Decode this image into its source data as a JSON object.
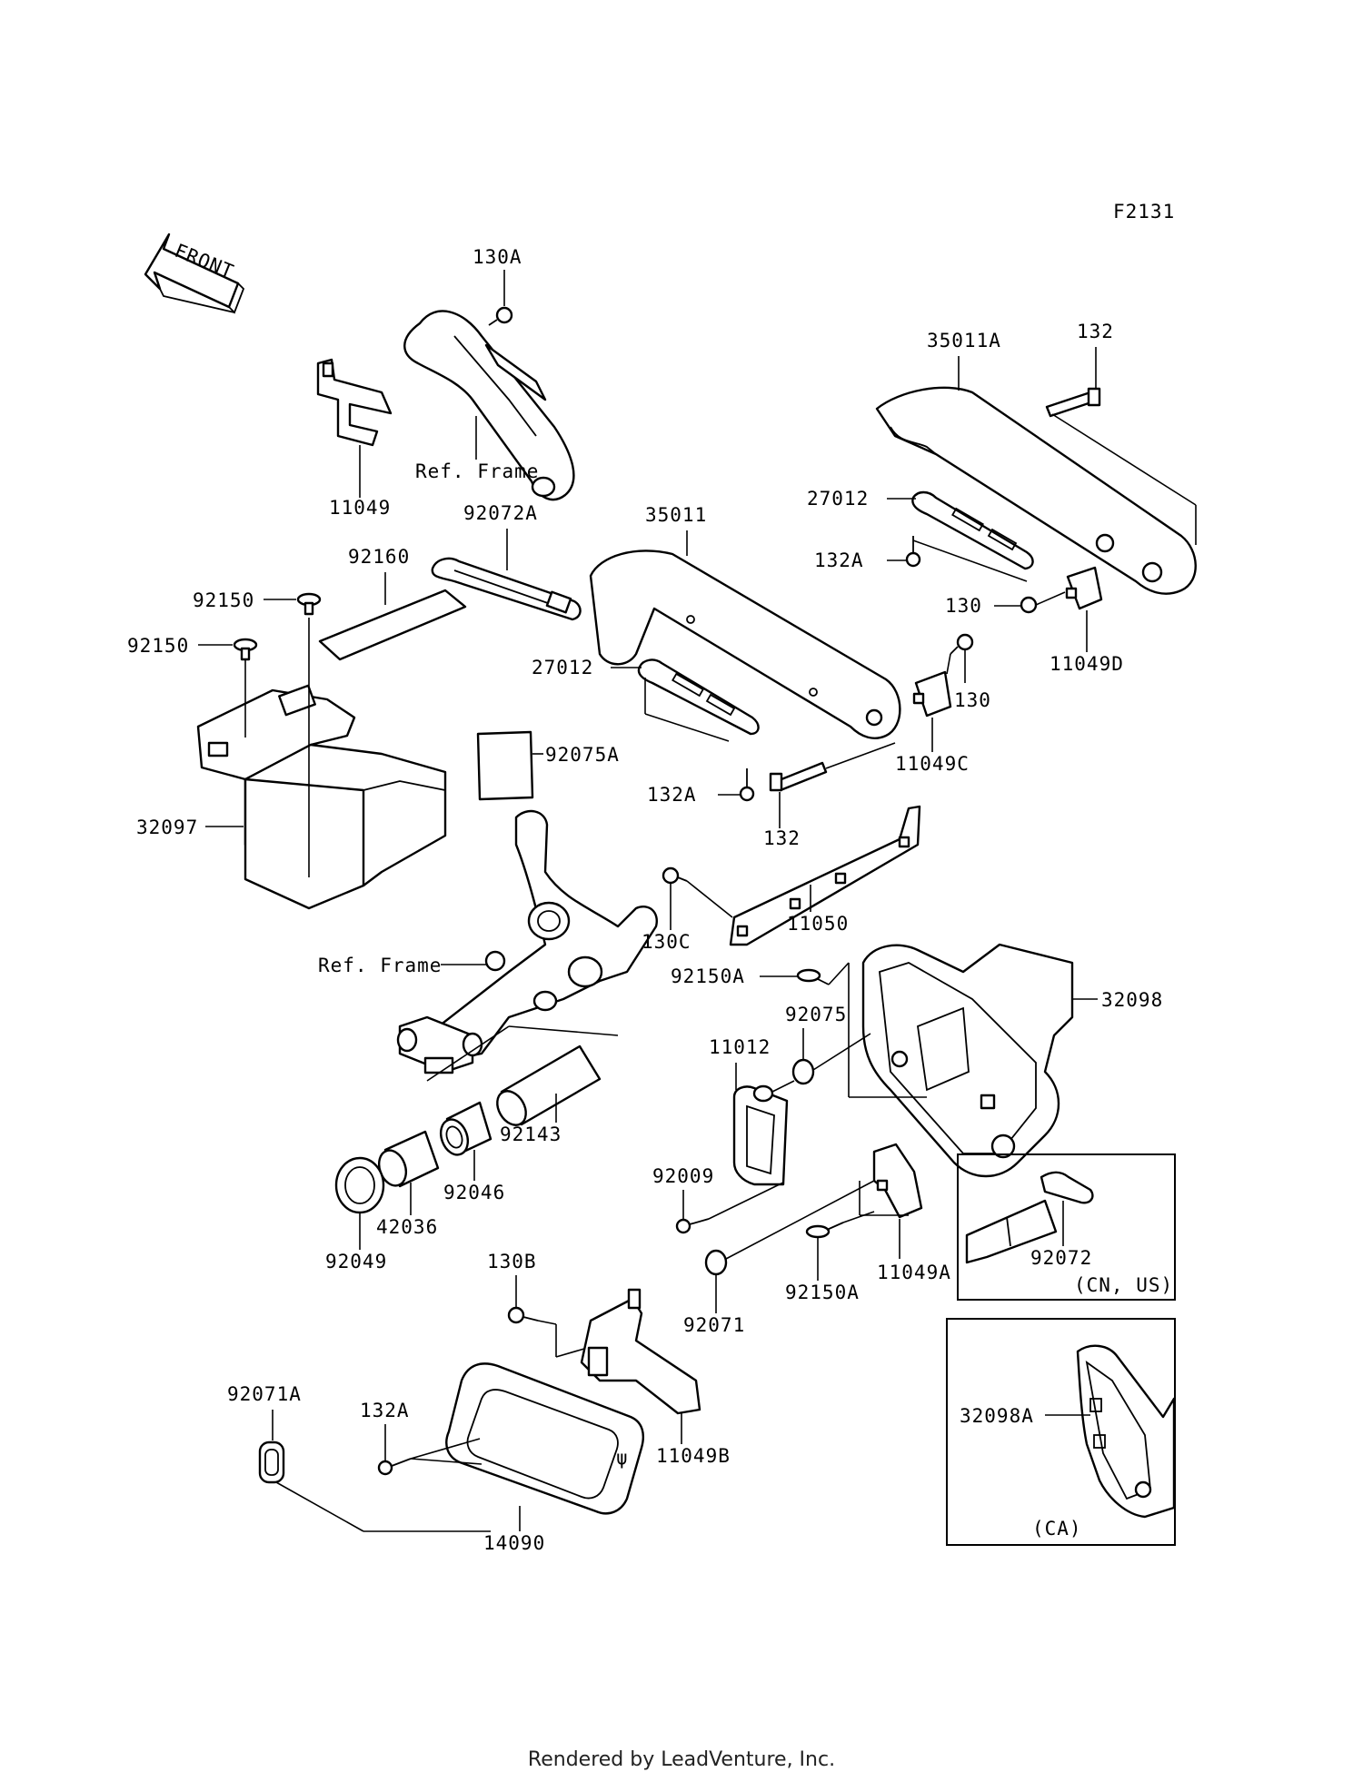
{
  "figure_code": "F2131",
  "front_indicator": "FRONT",
  "footer": "Rendered by LeadVenture, Inc.",
  "variant_notes": {
    "cn_us": "(CN, US)",
    "ca": "(CA)"
  },
  "parts": {
    "p130A": "130A",
    "p11049": "11049",
    "pRefFrameTop": "Ref. Frame",
    "p35011A": "35011A",
    "p132top": "132",
    "p27012top": "27012",
    "p132Atop": "132A",
    "p130a": "130",
    "p11049D": "11049D",
    "p92072A": "92072A",
    "p92160": "92160",
    "p92150a": "92150",
    "p92150b": "92150",
    "p35011": "35011",
    "p27012mid": "27012",
    "p130b": "130",
    "p11049C": "11049C",
    "p92075A": "92075A",
    "p132Amid": "132A",
    "p132mid": "132",
    "p32097": "32097",
    "p130C": "130C",
    "p11050": "11050",
    "pRefFrameMid": "Ref. Frame",
    "p92150Atop": "92150A",
    "p32098": "32098",
    "p92075": "92075",
    "p11012": "11012",
    "p92143": "92143",
    "p92046": "92046",
    "p92009": "92009",
    "p42036": "42036",
    "p92049": "92049",
    "p11049A": "11049A",
    "p92072": "92072",
    "p92150Abot": "92150A",
    "p130B": "130B",
    "p92071": "92071",
    "p92071A": "92071A",
    "p132Abot": "132A",
    "p32098A": "32098A",
    "p11049B": "11049B",
    "p14090": "14090"
  }
}
